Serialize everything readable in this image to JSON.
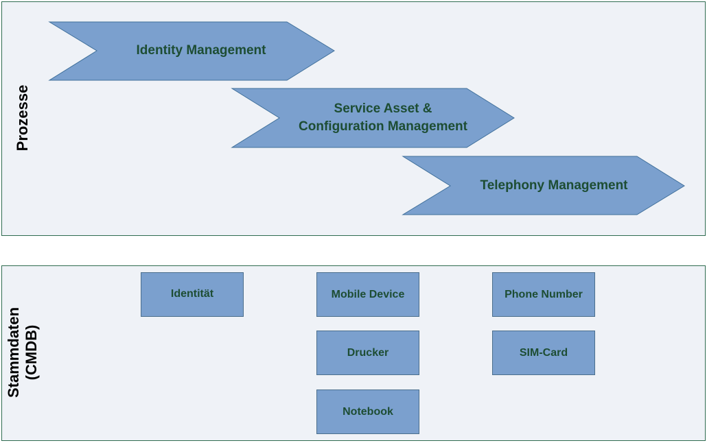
{
  "colors": {
    "panel_bg": "#eff2f7",
    "panel_border": "#2e6b4f",
    "shape_fill": "#7ba0ce",
    "text": "#1d4d33"
  },
  "processes": {
    "label": "Prozesse",
    "items": [
      {
        "label": "Identity Management"
      },
      {
        "line1": "Service Asset &",
        "line2": "Configuration Management"
      },
      {
        "label": "Telephony Management"
      }
    ]
  },
  "masterdata": {
    "label_line1": "Stammdaten",
    "label_line2": "(CMDB)",
    "boxes": {
      "identity": "Identität",
      "mobile_device": "Mobile Device",
      "phone_number": "Phone Number",
      "printer": "Drucker",
      "sim_card": "SIM-Card",
      "notebook": "Notebook"
    }
  }
}
